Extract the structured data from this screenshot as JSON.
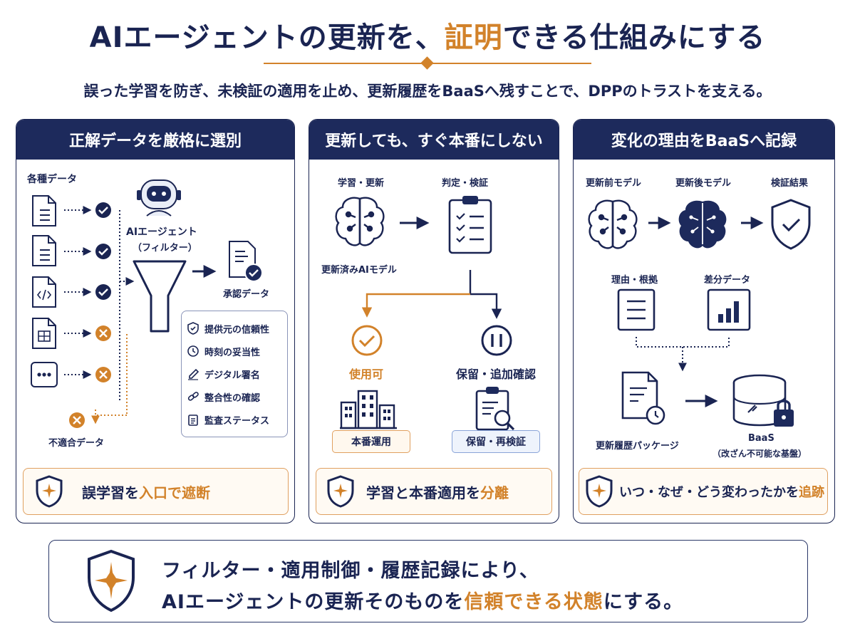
{
  "header": {
    "title_a": "AIエージェントの更新を、",
    "title_hl": "証明",
    "title_b": "できる仕組みにする",
    "subtitle": "誤った学習を防ぎ、未検証の適用を止め、更新履歴をBaaSへ残すことで、DPPのトラストを支える。"
  },
  "panel1": {
    "title": "正解データを厳格に選別",
    "data_label": "各種データ",
    "agent_label": "AIエージェント",
    "agent_sub": "（フィルター）",
    "approved_label": "承認データ",
    "rejected_label": "不適合データ",
    "criteria": [
      "提供元の信頼性",
      "時刻の妥当性",
      "デジタル署名",
      "整合性の確認",
      "監査ステータス"
    ],
    "footer_a": "誤学習を",
    "footer_hl": "入口で遮断",
    "footer_b": ""
  },
  "panel2": {
    "title": "更新しても、すぐ本番にしない",
    "learn_label": "学習・更新",
    "model_label": "更新済みAIモデル",
    "judge_label": "判定・検証",
    "ok_label": "使用可",
    "hold_label": "保留・追加確認",
    "prod_tag": "本番運用",
    "recheck_tag": "保留・再検証",
    "footer_a": "学習と本番適用を",
    "footer_hl": "分離",
    "footer_b": ""
  },
  "panel3": {
    "title": "変化の理由をBaaSへ記録",
    "before_label": "更新前モデル",
    "after_label": "更新後モデル",
    "result_label": "検証結果",
    "reason_label": "理由・根拠",
    "diff_label": "差分データ",
    "package_label": "更新履歴パッケージ",
    "baas_label": "BaaS",
    "baas_sub": "（改ざん不可能な基盤）",
    "footer_a": "いつ・なぜ・どう変わったかを",
    "footer_hl": "追跡",
    "footer_b": ""
  },
  "summary": {
    "line1": "フィルター・適用制御・履歴記録により、",
    "line2_a": "AIエージェントの更新そのものを",
    "line2_hl": "信頼できる状態",
    "line2_b": "にする。"
  },
  "colors": {
    "navy": "#1a2452",
    "orange": "#d2822a",
    "panel_head": "#1d2a5c"
  }
}
